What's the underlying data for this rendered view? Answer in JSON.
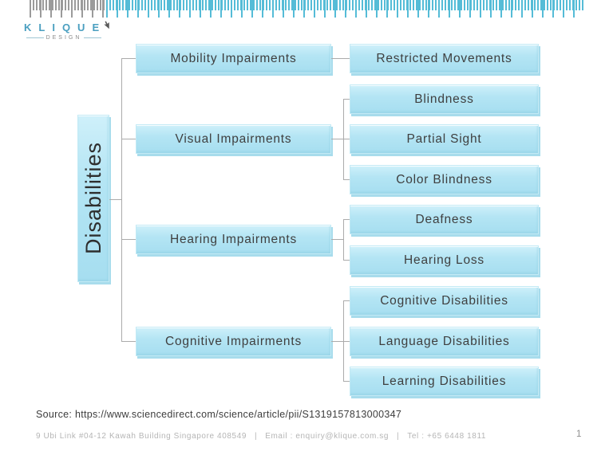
{
  "logo": {
    "brand": "KLIQUE",
    "tagline": "DESIGN"
  },
  "diagram": {
    "root": "Disabilities",
    "branches": [
      {
        "label": "Mobility Impairments",
        "children": [
          "Restricted Movements"
        ]
      },
      {
        "label": "Visual Impairments",
        "children": [
          "Blindness",
          "Partial Sight",
          "Color Blindness"
        ]
      },
      {
        "label": "Hearing Impairments",
        "children": [
          "Deafness",
          "Hearing Loss"
        ]
      },
      {
        "label": "Cognitive Impairments",
        "children": [
          "Cognitive Disabilities",
          "Language Disabilities",
          "Learning Disabilities"
        ]
      }
    ]
  },
  "source_line": "Source: https://www.sciencedirect.com/science/article/pii/S1319157813000347",
  "footer": {
    "address": "9 Ubi Link #04-12 Kawah Building Singapore 408549",
    "email": "Email : enquiry@klique.com.sg",
    "tel": "Tel : +65 6448 1811",
    "separator": "|",
    "page_number": "1"
  },
  "colors": {
    "accent_cyan": "#55bcd7",
    "ruler_gray": "#9b9b9b",
    "box_fill": "#aee2f3",
    "box_shadow": "#a8dcec",
    "connector_gray": "#ababab",
    "logo_blue": "#4a9fc0",
    "text_dark": "#3f3f3f"
  }
}
